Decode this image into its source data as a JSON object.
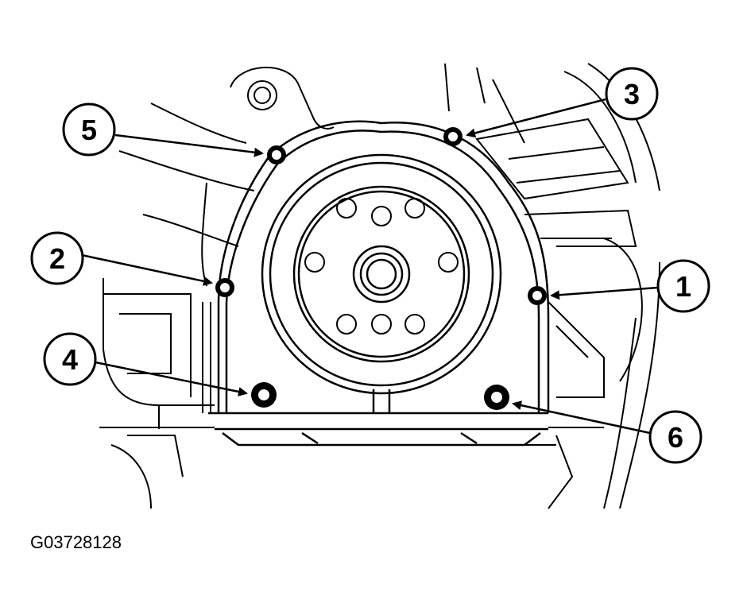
{
  "figure": {
    "reference_code": "G03728128",
    "line_color": "#000000",
    "background_color": "#ffffff"
  },
  "callouts": [
    {
      "id": "c1",
      "label": "1"
    },
    {
      "id": "c2",
      "label": "2"
    },
    {
      "id": "c3",
      "label": "3"
    },
    {
      "id": "c4",
      "label": "4"
    },
    {
      "id": "c5",
      "label": "5"
    },
    {
      "id": "c6",
      "label": "6"
    }
  ]
}
